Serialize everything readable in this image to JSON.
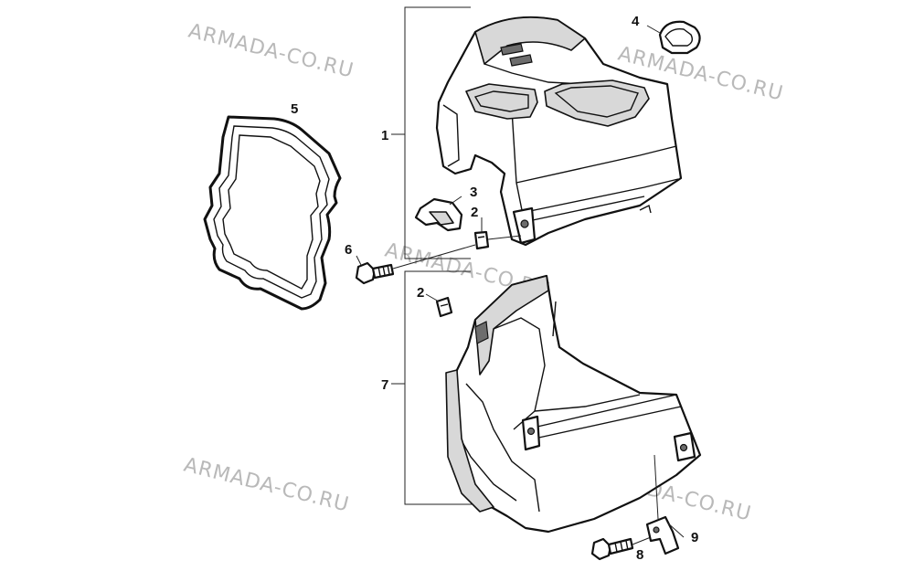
{
  "watermark": "ARMADA-CO.RU",
  "callouts": {
    "c1": "1",
    "c2a": "2",
    "c2b": "2",
    "c3": "3",
    "c4": "4",
    "c5": "5",
    "c6": "6",
    "c7": "7",
    "c8": "8",
    "c9": "9"
  }
}
